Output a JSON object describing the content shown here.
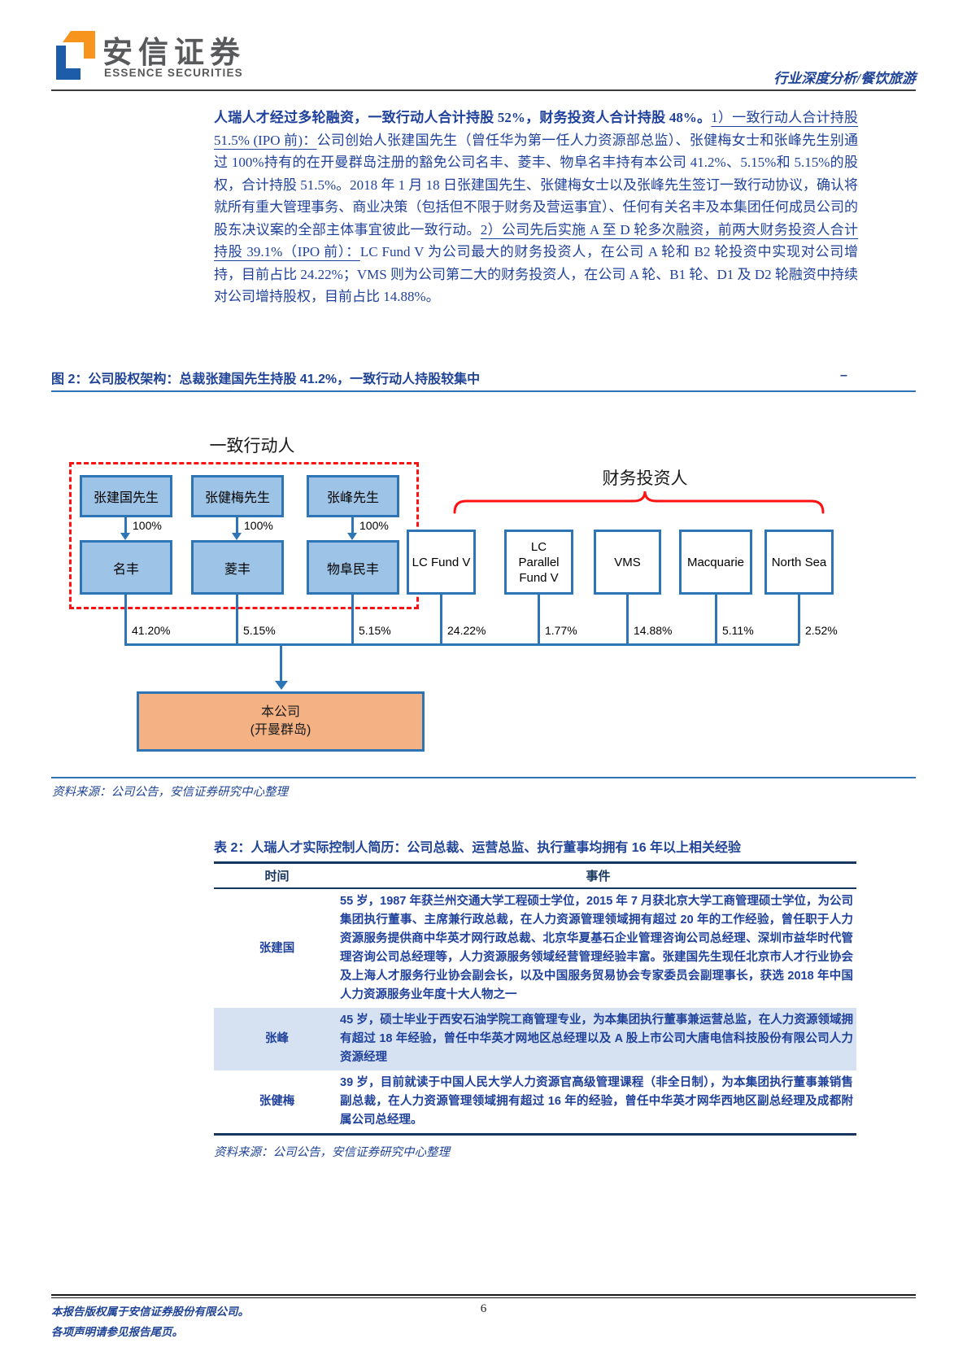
{
  "header": {
    "brand_cn": "安信证券",
    "brand_en": "ESSENCE SECURITIES",
    "report_type": "行业深度分析/餐饮旅游"
  },
  "intro": {
    "lead_bold": "人瑞人才经过多轮融资，一致行动人合计持股 52%，财务投资人合计持股 48%。",
    "point1_underline": "1）一致行动人合计持股 51.5% (IPO 前)：",
    "body1": "公司创始人张建国先生（曾任华为第一任人力资源部总监）、张健梅女士和张峰先生别通过 100%持有的在开曼群岛注册的豁免公司名丰、菱丰、物阜名丰持有本公司 41.2%、5.15%和 5.15%的股权，合计持股 51.5%。2018 年 1 月 18 日张建国先生、张健梅女士以及张峰先生签订一致行动协议，确认将就所有重大管理事务、商业决策（包括但不限于财务及营运事宜）、任何有关名丰及本集团任何成员公司的股东决议案的全部主体事宜彼此一致行动。",
    "point2_underline": "2）公司先后实施 A 至 D 轮多次融资，前两大财务投资人合计持股 39.1%（IPO 前）：",
    "body2": "LC Fund V 为公司最大的财务投资人，在公司 A 轮和 B2 轮投资中实现对公司增持，目前占比 24.22%；VMS 则为公司第二大的财务投资人，在公司 A 轮、B1 轮、D1 及 D2 轮融资中持续对公司增持股权，目前占比 14.88%。"
  },
  "figure": {
    "title": "图 2：公司股权架构：总裁张建国先生持股 41.2%，一致行动人持股较集中",
    "anchor": "–",
    "group_left": "一致行动人",
    "group_right": "财务投资人",
    "actors": [
      {
        "person": "张建国先生",
        "own_pct": "100%",
        "holdco": "名丰",
        "company_pct": "41.20%"
      },
      {
        "person": "张健梅先生",
        "own_pct": "100%",
        "holdco": "菱丰",
        "company_pct": "5.15%"
      },
      {
        "person": "张峰先生",
        "own_pct": "100%",
        "holdco": "物阜民丰",
        "company_pct": "5.15%"
      }
    ],
    "investors": [
      {
        "name": "LC Fund V",
        "company_pct": "24.22%"
      },
      {
        "name": "LC Parallel Fund V",
        "company_pct": "1.77%"
      },
      {
        "name": "VMS",
        "company_pct": "14.88%"
      },
      {
        "name": "Macquarie",
        "company_pct": "5.11%"
      },
      {
        "name": "North Sea",
        "company_pct": "2.52%"
      }
    ],
    "company_line1": "本公司",
    "company_line2": "(开曼群岛)",
    "source": "资料来源：公司公告，安信证券研究中心整理"
  },
  "table": {
    "title": "表 2：人瑞人才实际控制人简历：公司总裁、运营总监、执行董事均拥有 16 年以上相关经验",
    "col_headers": [
      "时间",
      "事件"
    ],
    "rows": [
      {
        "name": "张建国",
        "bio": "55 岁，1987 年获兰州交通大学工程硕士学位，2015 年 7 月获北京大学工商管理硕士学位，为公司集团执行董事、主席兼行政总裁，在人力资源管理领域拥有超过 20 年的工作经验，曾任职于人力资源服务提供商中华英才网行政总裁、北京华夏基石企业管理咨询公司总经理、深圳市益华时代管理咨询公司总经理等，人力资源服务领域经营管理经验丰富。张建国先生现任北京市人才行业协会及上海人才服务行业协会副会长，以及中国服务贸易协会专家委员会副理事长，获选 2018 年中国人力资源服务业年度十大人物之一"
      },
      {
        "name": "张峰",
        "bio": "45 岁，硕士毕业于西安石油学院工商管理专业，为本集团执行董事兼运营总监，在人力资源领域拥有超过 18 年经验，曾任中华英才网地区总经理以及 A 股上市公司大唐电信科技股份有限公司人力资源经理"
      },
      {
        "name": "张健梅",
        "bio": "39 岁，目前就读于中国人民大学人力资源官高级管理课程（非全日制），为本集团执行董事兼销售副总裁，在人力资源管理领域拥有超过 16 年的经验，曾任中华英才网华西地区副总经理及成都附属公司总经理。"
      }
    ],
    "source": "资料来源：公司公告，安信证券研究中心整理"
  },
  "footer": {
    "copyright_line1": "本报告版权属于安信证券股份有限公司。",
    "copyright_line2": "各项声明请参见报告尾页。",
    "page_number": "6"
  },
  "colors": {
    "primary_blue_text": "#1F419B",
    "navy_rule": "#17365D",
    "figure_rule_blue": "#2E74B5",
    "box_border_blue": "#2E75B6",
    "box_fill_blue": "#9DC3E6",
    "company_fill_orange": "#F4B183",
    "row_highlight": "#D6E2F2",
    "red_dashed": "#FF1111",
    "brand_orange": "#F7941E",
    "brand_blue": "#1C5CA8",
    "brand_gray": "#58595B"
  }
}
